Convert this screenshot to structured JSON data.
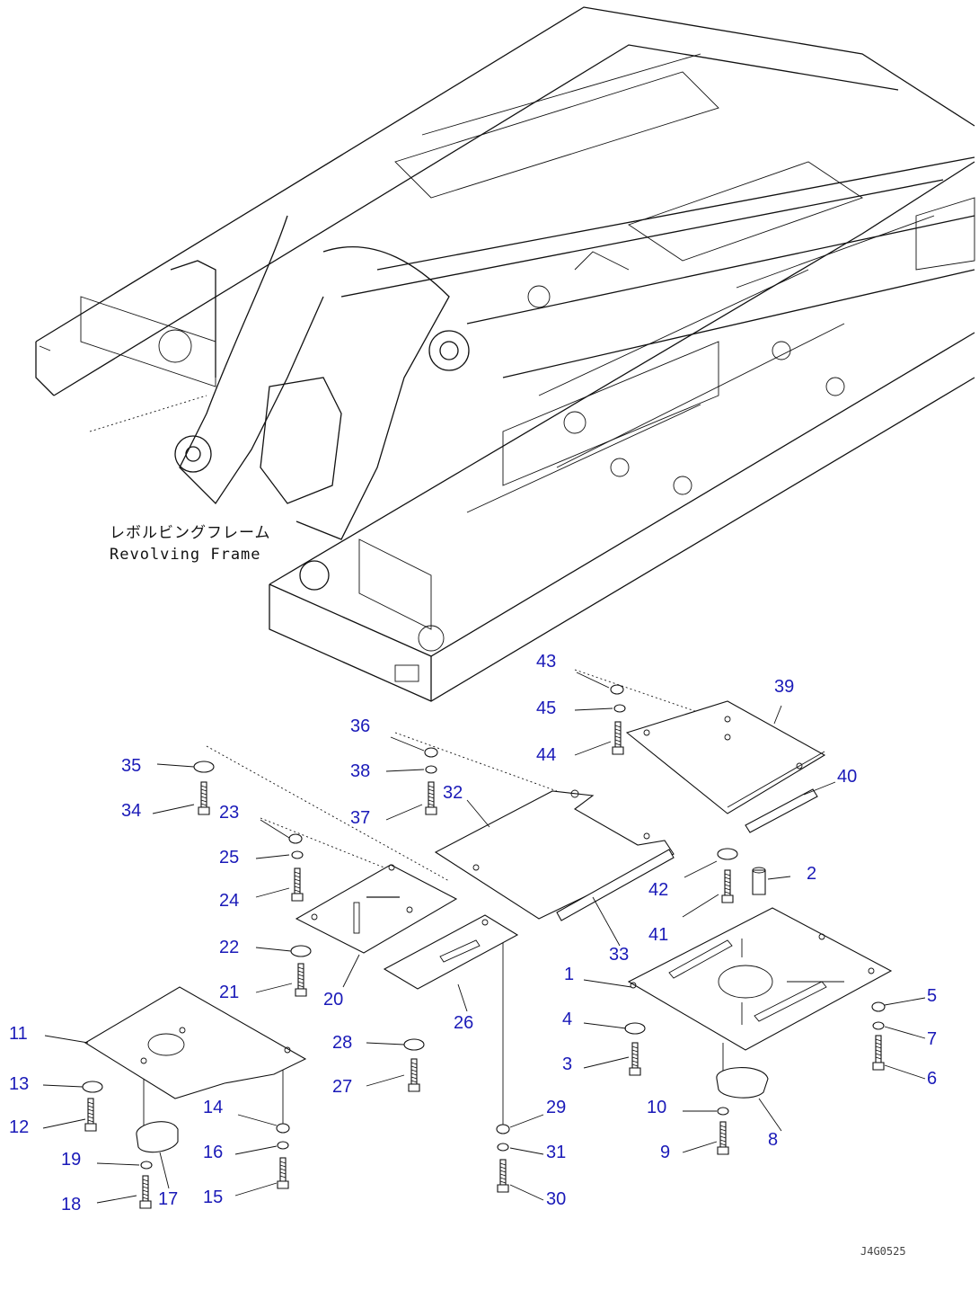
{
  "frame_label": {
    "jp": "レボルビングフレーム",
    "en": "Revolving Frame"
  },
  "drawing_ref": "J4G0525",
  "callouts": [
    "1",
    "2",
    "3",
    "4",
    "5",
    "6",
    "7",
    "8",
    "9",
    "10",
    "11",
    "12",
    "13",
    "14",
    "15",
    "16",
    "17",
    "18",
    "19",
    "20",
    "21",
    "22",
    "23",
    "24",
    "25",
    "26",
    "27",
    "28",
    "29",
    "30",
    "31",
    "32",
    "33",
    "34",
    "35",
    "36",
    "37",
    "38",
    "39",
    "40",
    "41",
    "42",
    "43",
    "44",
    "45"
  ],
  "colors": {
    "callout": "#1a1ab8",
    "line": "#111111"
  }
}
